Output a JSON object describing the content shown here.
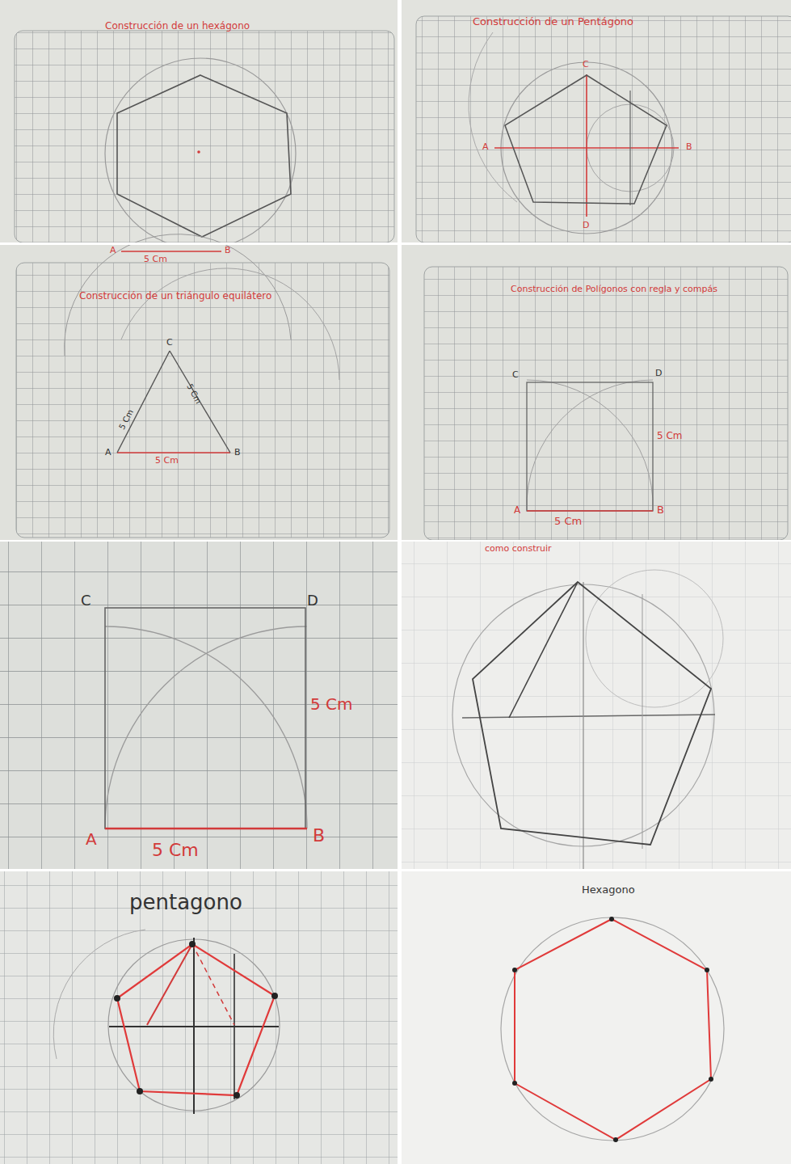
{
  "diagram": {
    "labels": [
      "Construcción de un hexágono",
      "Construcción de un Pentágono",
      "C",
      "A",
      "B",
      "D",
      "A",
      "5 Cm",
      "B",
      "Construcción de un triángulo equilátero",
      "C",
      "5 Cm",
      "5 Cm",
      "A",
      "5 Cm",
      "B",
      "Construcción de Polígonos con regla y compás",
      "C",
      "D",
      "5 Cm",
      "A",
      "5 Cm",
      "B",
      "C",
      "D",
      "5 Cm",
      "A",
      "5 Cm",
      "B",
      "como construir",
      "pentagono",
      "Hexagono"
    ]
  }
}
